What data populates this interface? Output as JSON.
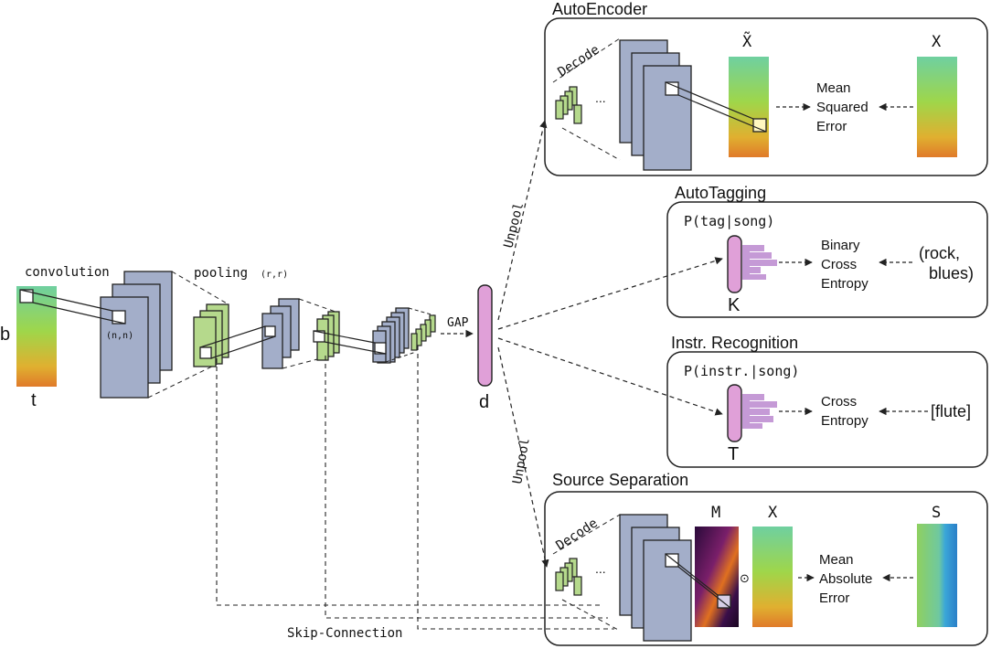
{
  "input": {
    "label_b": "b",
    "label_t": "t"
  },
  "encoder": {
    "convolution": "convolution",
    "kernel": "(n,n)",
    "pooling": "pooling",
    "pool_size": "(r,r)",
    "gap": "GAP",
    "embedding": "d",
    "skip": "Skip-Connection",
    "unpool_top": "Unpool",
    "unpool_bottom": "Unpool"
  },
  "autoencoder": {
    "title": "AutoEncoder",
    "decode": "Decode",
    "ellipsis": "...",
    "x_tilde": "X̃",
    "x": "X",
    "loss": [
      "Mean",
      "Squared",
      "Error"
    ]
  },
  "autotagging": {
    "title": "AutoTagging",
    "prob": "P(tag|song)",
    "size_label": "K",
    "loss": [
      "Binary",
      "Cross",
      "Entropy"
    ],
    "target": [
      "(rock,",
      "blues)"
    ]
  },
  "instrument": {
    "title": "Instr. Recognition",
    "prob": "P(instr.|song)",
    "size_label": "T",
    "loss": [
      "Cross",
      "Entropy"
    ],
    "target": "[flute]"
  },
  "separation": {
    "title": "Source Separation",
    "decode": "Decode",
    "ellipsis": "...",
    "mask": "M",
    "x": "X",
    "odot": "⊙",
    "s": "S",
    "loss": [
      "Mean",
      "Absolute",
      "Error"
    ]
  },
  "colors": {
    "feature_map": "#a3aec9",
    "pooled_map": "#b5d98c",
    "embedding": "#e0a0d8",
    "stroke": "#222222",
    "spectrogram_green": "#7ccf6a",
    "spectrogram_orange": "#f0a030"
  }
}
